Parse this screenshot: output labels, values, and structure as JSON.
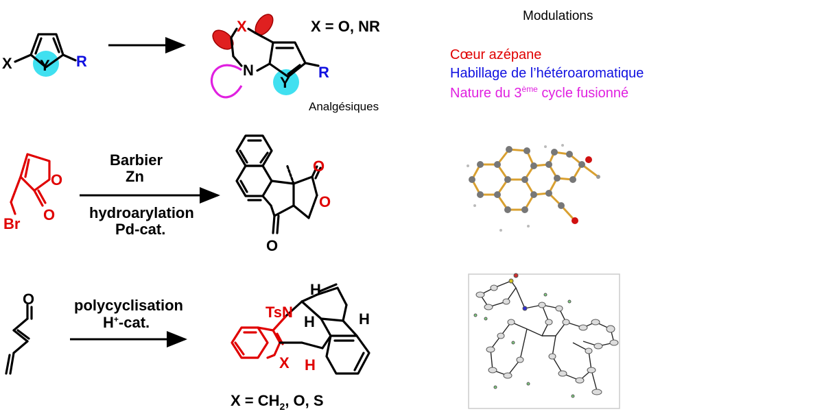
{
  "colors": {
    "black": "#000000",
    "red": "#e00000",
    "blue": "#1010e0",
    "magenta": "#e020e0",
    "cyan": "#40e0f0",
    "bond_gold": "#d9a030",
    "atom_grey": "#777777"
  },
  "row1": {
    "start_x": "X",
    "start_y": "Y",
    "start_r": "R",
    "prod_x": "X",
    "prod_n": "N",
    "prod_y": "Y",
    "prod_r": "R",
    "x_def": "X = O, NR",
    "caption": "Analgésiques"
  },
  "modulations": {
    "title": "Modulations",
    "line1": "Cœur azépane",
    "line2": "Habillage de l’hétéroaromatique",
    "line3_pre": "Nature du 3",
    "line3_sup": "ème",
    "line3_post": " cycle fusionné"
  },
  "row2": {
    "o_ring": "O",
    "o_carbonyl": "O",
    "br": "Br",
    "cond1": "Barbier",
    "cond2": "Zn",
    "cond3": "hydroarylation",
    "cond4": "Pd-cat.",
    "p_o1": "O",
    "p_o2": "O",
    "p_o3": "O"
  },
  "row3": {
    "o_aldehyde": "O",
    "cond1": "polycyclisation",
    "cond2_pre": "H",
    "cond2_sup": "+",
    "cond2_post": "-cat.",
    "tsn": "TsN",
    "h1": "H",
    "h2": "H",
    "h3": "H",
    "h4": "H",
    "x": "X",
    "x_def_pre": "X = CH",
    "x_def_sub": "2",
    "x_def_post": ", O, S"
  }
}
